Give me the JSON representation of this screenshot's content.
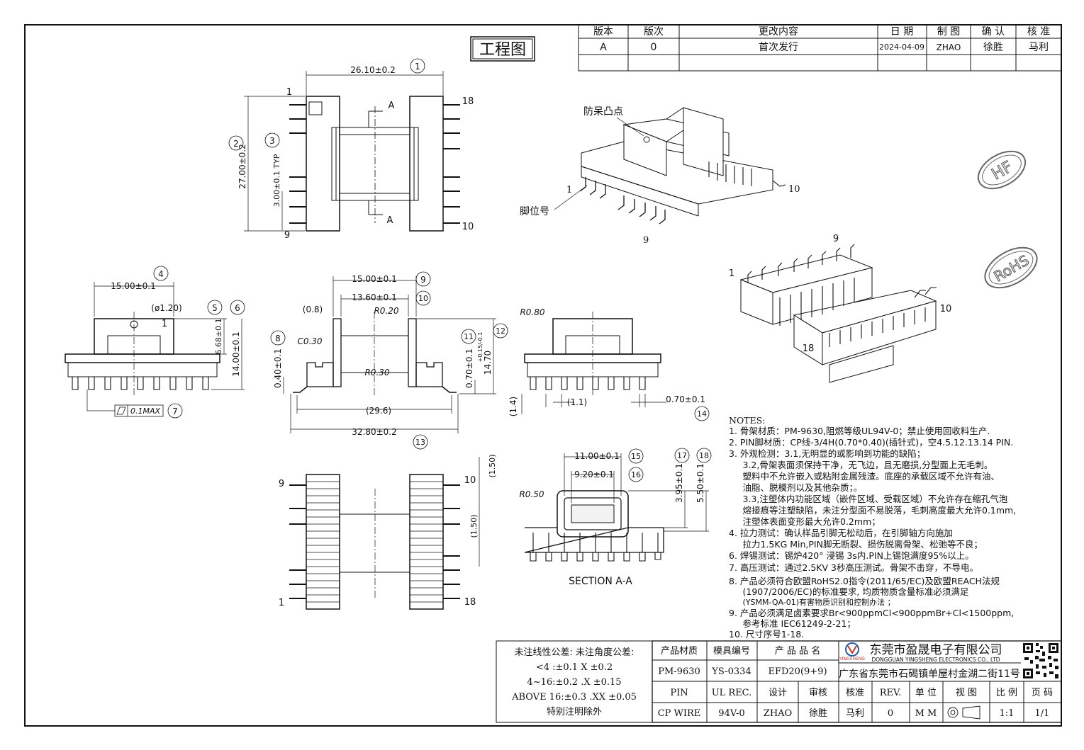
{
  "title_stamp": "工程图",
  "revision_table": {
    "headers": [
      "版本",
      "版次",
      "更改内容",
      "日 期",
      "制 图",
      "确 认",
      "核 准"
    ],
    "rows": [
      [
        "A",
        "0",
        "首次发行",
        "2024-04-09",
        "ZHAO",
        "徐胜",
        "马利"
      ]
    ]
  },
  "top_view": {
    "pin_left_top": "1",
    "pin_left_bottom": "9",
    "pin_right_top": "18",
    "pin_right_bottom": "10",
    "dim_width": "26.10±0.2",
    "dim_height": "27.00±0.2",
    "dim_pitch": "3.00±0.1 TYP",
    "section_mark": "A",
    "section_mark_b": "A",
    "balloon_1": "1",
    "balloon_2": "2",
    "balloon_3": "3"
  },
  "iso_view": {
    "label_bump": "防呆凸点",
    "label_pin": "脚位号",
    "pin_1": "1",
    "pin_9": "9",
    "pin_10": "10"
  },
  "iso_view_2": {
    "pin_9": "9",
    "pin_1": "1",
    "pin_10": "10",
    "pin_18": "18"
  },
  "stamps": {
    "hf": "HF",
    "rohs": "RoHS"
  },
  "front_view": {
    "dim_width": "15.00±0.1",
    "dim_hole": "(ø1.20)",
    "dim_h1": "6.68±0.1",
    "dim_h2": "14.00±0.1",
    "flatness": "0.1MAX",
    "pin_mark": "1",
    "balloon_4": "4",
    "balloon_5": "5",
    "balloon_6": "6",
    "balloon_7": "7"
  },
  "side_view": {
    "dim_top": "15.00±0.1",
    "dim_inner": "13.60±0.1",
    "dim_08": "(0.8)",
    "dim_r020": "R0.20",
    "dim_c030": "C0.30",
    "dim_040": "0.40±0.1",
    "dim_r030": "R0.30",
    "dim_070": "0.70±0.1",
    "dim_1470": "14.70",
    "dim_1470_tol": "+0.15/-0.1",
    "dim_296": "(29.6)",
    "dim_3280": "32.80±0.2",
    "balloon_8": "8",
    "balloon_9": "9",
    "balloon_10": "10",
    "balloon_11": "11",
    "balloon_12": "12",
    "balloon_13": "13"
  },
  "end_view": {
    "dim_r080": "R0.80",
    "dim_14": "(1.4)",
    "dim_11": "(1.1)",
    "dim_070": "0.70±0.1",
    "balloon_14": "14"
  },
  "bottom_view": {
    "pin_9": "9",
    "pin_1": "1",
    "pin_10": "10",
    "pin_18": "18",
    "dim_150a": "(1.50)",
    "dim_150b": "(1.50)"
  },
  "section_view": {
    "dim_1100": "11.00±0.1",
    "dim_920": "9.20±0.1",
    "dim_395": "3.95±0.1",
    "dim_550": "5.50±0.1",
    "dim_r050": "R0.50",
    "caption": "SECTION A-A",
    "balloon_15": "15",
    "balloon_16": "16",
    "balloon_17": "17",
    "balloon_18": "18"
  },
  "notes": {
    "heading": "NOTES:",
    "lines": [
      "1. 骨架材质：PM-9630,阻燃等级UL94V-0；禁止使用回收料生产.",
      "2. PIN脚材质：CP线-3/4H(0.70*0.40)(插针式)，空4.5.12.13.14 PIN.",
      "3. 外观检测：3.1,无明显的或影响到功能的缺陷；",
      "   3.2,骨架表面须保持干净，无飞边，且无磨损,分型面上无毛刺。",
      "   塑料中不允许嵌入或粘附金属残渣。底座的承载区域不允许有油、",
      "   油脂、脱模剂以及其他杂质；。",
      "   3.3,注塑体内功能区域（嵌件区域、受载区域）不允许存在缩孔气泡",
      "   熔接痕等注塑缺陷，未注分型面不易脱落，毛刺高度最大允许0.1mm,",
      "   注塑体表面变形最大允许0.2mm；",
      "4. 拉力测试：确认样品引脚无松动后，在引脚轴方向施加",
      "   拉力1.5KG Min,PIN脚无断裂、损伤脱离骨架、松弛等不良；",
      "6. 焊锡测试：锡炉420° 浸锡 3s内.PIN上锡饱满度95%以上。",
      "7. 高压测试：通过2.5KV 3秒高压测试。骨架不击穿，不导电。",
      "8. 产品必须符合欧盟RoHS2.0指令(2011/65/EC)及欧盟REACH法规",
      "   (1907/2006/EC)的标准要求, 均质物质含量标准必须满足",
      "   (YSMM-QA-01)有害物质识别和控制办法 ；",
      "9. 产品必须满足卤素要求Br<900ppmCl<900ppmBr+Cl<1500ppm,",
      "   参考标准 IEC61249-2-21；",
      "10. 尺寸序号1-18."
    ]
  },
  "tolerance": {
    "line1": "未注线性公差:  未注角度公差:",
    "line2": "<4 :±0.1  X ±0.2",
    "line3": "4~16:±0.2  .X ±0.15",
    "line4": "ABOVE 16:±0.3  .XX ±0.05",
    "line5": "特别注明除外"
  },
  "title_block": {
    "h_material": "产品材质",
    "h_mold": "模具编号",
    "h_name": "产 品 品 名",
    "material": "PM-9630",
    "mold": "YS-0334",
    "name": "EFD20(9+9)",
    "h_pin": "PIN",
    "h_ul": "UL REC.",
    "h_design": "设计",
    "h_review": "审核",
    "h_approve": "核准",
    "h_rev": "REV.",
    "h_unit": "单 位",
    "h_view": "视 图",
    "h_scale": "比 例",
    "h_page": "页 码",
    "pin": "CP WIRE",
    "ul": "94V-0",
    "design": "ZHAO",
    "review": "徐胜",
    "approve": "马利",
    "rev": "0",
    "unit": "M M",
    "scale": "1:1",
    "page": "1/1",
    "company_cn": "东莞市盈晟电子有限公司",
    "company_en": "DONGGUAN YINGSHENG ELECTRONICS CO., LTD",
    "logo_text": "YINGSHENG",
    "address": "广东省东莞市石碣镇单屋村金湖二街11号"
  }
}
